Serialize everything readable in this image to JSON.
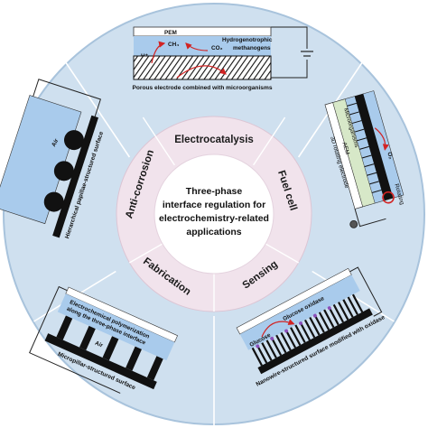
{
  "center": {
    "line1": "Three-phase",
    "line2": "interface regulation for",
    "line3": "electrochemistry-related",
    "line4": "applications"
  },
  "ring_labels": {
    "electrocatalysis": "Electrocatalysis",
    "fuel_cell": "Fuel cell",
    "sensing": "Sensing",
    "fabrication": "Fabrication",
    "anti_corrosion": "Anti-corrosion"
  },
  "panels": {
    "electrocatalysis": {
      "pem": "PEM",
      "ch4": "CH₄",
      "co2": "CO₂",
      "hplus": "H⁺",
      "bacteria": "Hydrogenotrophic methanogens",
      "bacteria_line1": "Hydrogenotrophic",
      "bacteria_line2": "methanogens",
      "caption": "Porous electrode combined with microorganisms"
    },
    "fuel_cell": {
      "aem": "AEM",
      "microorganisms": "Microorganisms",
      "o2": "O₂",
      "electrode": "3D rotating electrode",
      "rotating": "Rotating"
    },
    "sensing": {
      "glucose": "Glucose",
      "oxidase": "Glucose oxidase",
      "caption": "Nanowire-structured surface modified with oxidase"
    },
    "fabrication": {
      "title_line1": "Electrochemical polymerization",
      "title_line2": "along the three-phase interface",
      "air": "Air",
      "caption": "Micropillar-structured surface"
    },
    "anti_corrosion": {
      "air": "Air",
      "caption": "Hierarchical papillae-structured surface"
    }
  },
  "colors": {
    "outer_ring": "#cfe0ef",
    "ring_border": "#9ab6d2",
    "inner_ring": "#f1e3ec",
    "center_fill": "#ffffff",
    "electrolyte": "#a9cbec",
    "electrode": "#111111",
    "arrow_red": "#d22323",
    "oxidase_purple": "#8a4fb8"
  }
}
